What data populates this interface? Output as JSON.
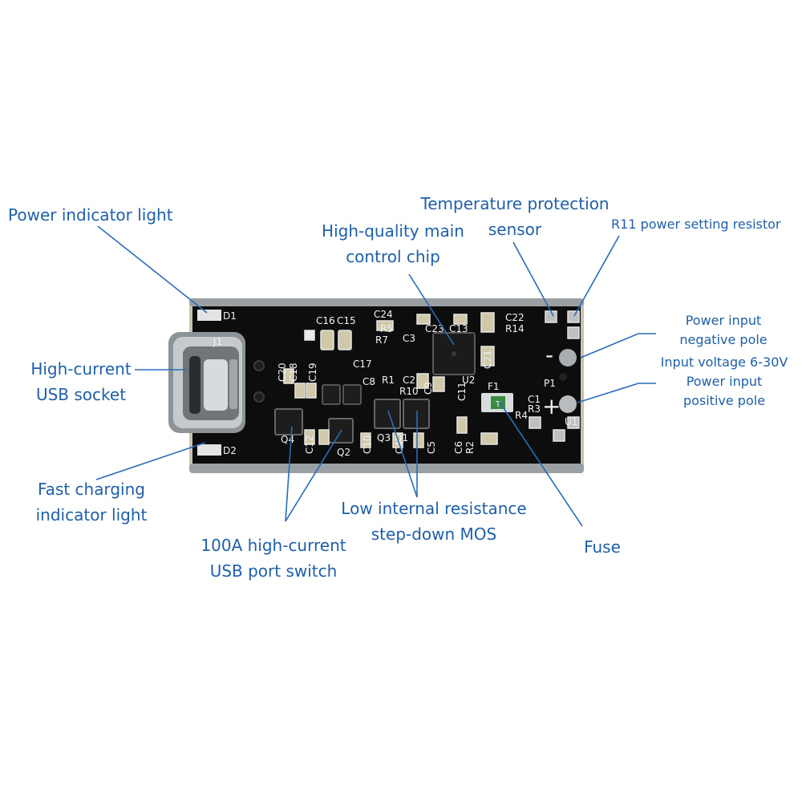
{
  "labels": {
    "power_indicator": "Power indicator light",
    "usb_socket": [
      "High-current",
      "USB socket"
    ],
    "fast_charging": [
      "Fast charging",
      "indicator light"
    ],
    "usb_switch": [
      "100A high-current",
      "USB port switch"
    ],
    "step_down_mos": [
      "Low internal resistance",
      "step-down MOS"
    ],
    "fuse": "Fuse",
    "main_chip": [
      "High-quality main",
      "control chip"
    ],
    "temp_sensor": [
      "Temperature protection",
      "sensor"
    ],
    "r11_resistor": "R11 power setting resistor",
    "input_negative": [
      "Power input",
      "negative pole"
    ],
    "input_positive": [
      "Input voltage 6-30V",
      "Power input",
      "positive pole"
    ]
  },
  "board_silkscreen": {
    "designators": [
      "D1",
      "J1",
      "D2",
      "C16",
      "C15",
      "C24",
      "C23",
      "C13",
      "C22",
      "C21",
      "R5",
      "R7",
      "C3",
      "C20",
      "C18",
      "C19",
      "C17",
      "C8",
      "R1",
      "C2",
      "R10",
      "U2",
      "C11",
      "C9",
      "C12",
      "Q4",
      "Q2",
      "C10",
      "Q3",
      "Q1",
      "C4",
      "C5",
      "C6",
      "R2",
      "F1",
      "C1",
      "R3",
      "R4",
      "U1",
      "R14",
      "P1",
      "T"
    ],
    "polarity_minus": "-",
    "polarity_plus": "+"
  },
  "colors": {
    "label_text": "#1f5fa8",
    "leader_line": "#2a6cb8",
    "pcb": "#0d0d0d",
    "silkscreen": "#f2f2f2",
    "pad": "#c9c9c9",
    "component": "#1a1a1a"
  }
}
